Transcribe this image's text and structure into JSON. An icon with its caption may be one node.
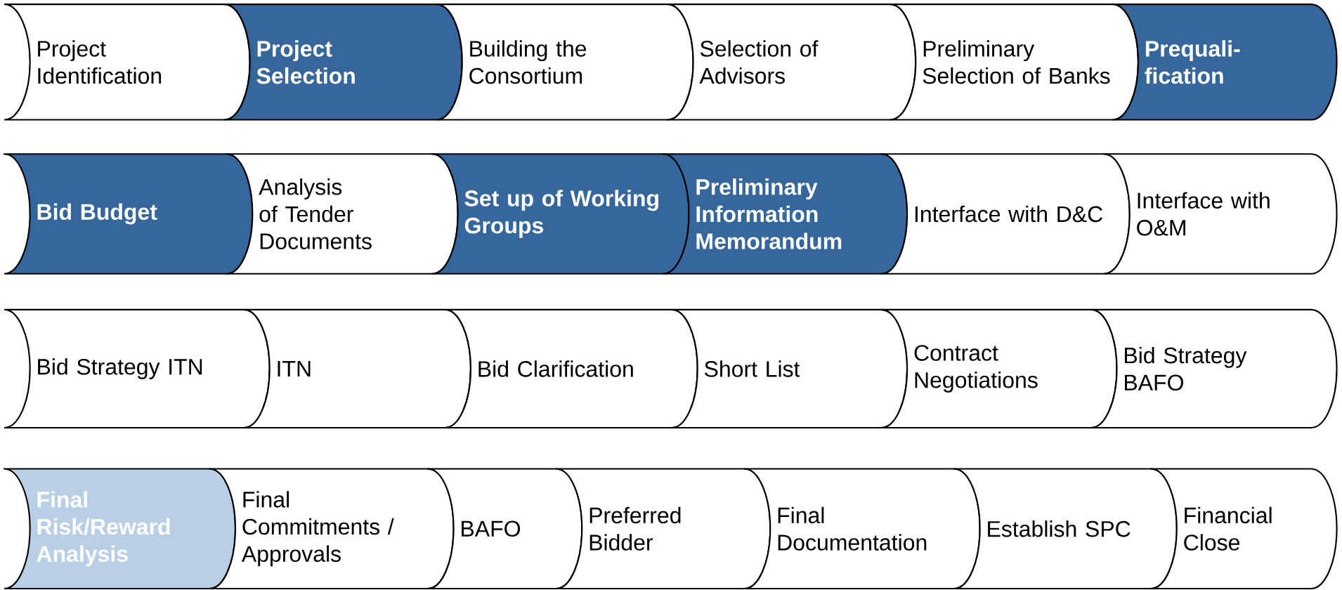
{
  "diagram": {
    "nodes": [
      {
        "text": [
          "Project Identification"
        ]
      },
      {
        "text": [
          "Project Selection"
        ]
      },
      {
        "text": [
          "Building the Consortium"
        ]
      },
      {
        "text": [
          "Selection of Advisors"
        ]
      },
      {
        "text": [
          "Preliminary Selection of Banks"
        ]
      },
      {
        "text": [
          "Prequali-fication"
        ]
      },
      {
        "text": [
          "Bid Budget"
        ]
      },
      {
        "text": [
          "Analysis of Tender Documents"
        ]
      },
      {
        "text": [
          "Set up of Working Groups"
        ]
      },
      {
        "text": [
          "Preliminary Information Memorandum"
        ]
      },
      {
        "text": [
          "Interface with D&C"
        ]
      },
      {
        "text": [
          "Interface with O&M"
        ]
      },
      {
        "text": [
          "Bid Strategy ITN"
        ]
      },
      {
        "text": [
          "ITN"
        ]
      },
      {
        "text": [
          "Bid Clarification"
        ]
      },
      {
        "text": [
          "Short List"
        ]
      },
      {
        "text": [
          "Contract Negotiations"
        ]
      },
      {
        "text": [
          "Bid Strategy BAFO"
        ]
      },
      {
        "text": [
          "Final Risk/Reward Analysis"
        ]
      },
      {
        "text": [
          "Final Commitments / Approvals"
        ]
      },
      {
        "text": [
          "BAFO"
        ]
      },
      {
        "text": [
          "Preferred Bidder"
        ]
      },
      {
        "text": [
          "Final Documentation"
        ]
      },
      {
        "text": [
          "Establish SPC"
        ]
      },
      {
        "text": [
          "Financial Close"
        ]
      }
    ]
  }
}
